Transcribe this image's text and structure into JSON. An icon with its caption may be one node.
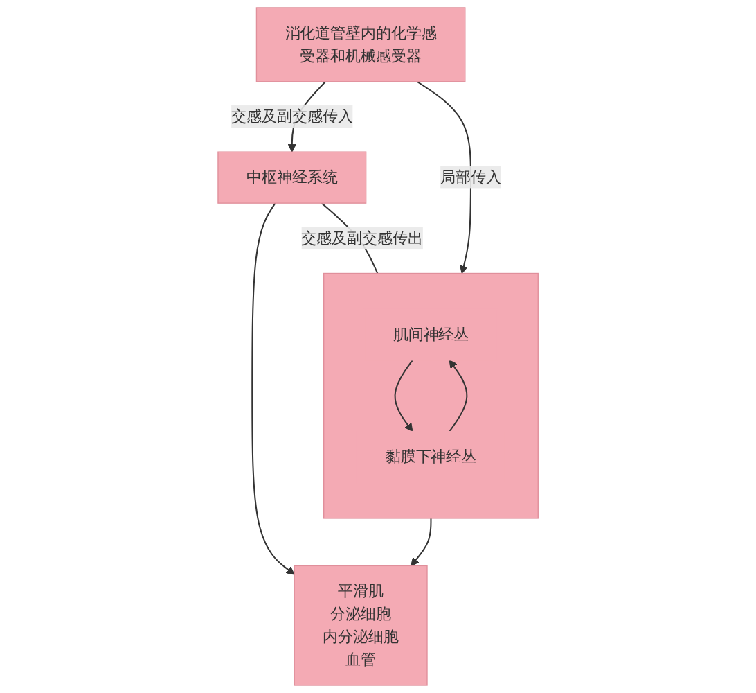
{
  "diagram": {
    "nodes": [
      {
        "text": [
          "中枢神经系统"
        ]
      },
      {
        "text": [],
        "shape": "box"
      },
      {
        "text": [
          "肌间神经丛"
        ],
        "in": 1
      },
      {
        "text": [
          "黏膜下神经丛"
        ],
        "in": 1
      },
      {
        "text": [
          "消化道管壁内的化学感受器和机械感受器"
        ]
      },
      {
        "text": [
          "平滑肌",
          "分泌细胞",
          "内分泌细胞",
          "血管"
        ]
      }
    ],
    "edges": [
      {
        "from": 4,
        "to": 0,
        "arrow": "to",
        "label": "交感及副交感传入"
      },
      {
        "from": 0,
        "to": 1,
        "arrow": "none",
        "label": "交感及副交感传出"
      },
      {
        "from": 0,
        "to": 5,
        "arrow": "to"
      },
      {
        "from": 4,
        "to": 1,
        "arrow": "to",
        "label": "局部传入"
      },
      {
        "from": 3,
        "to": 2,
        "arrow": "to"
      },
      {
        "from": 2,
        "to": 3,
        "arrow": "to"
      },
      {
        "from": 1,
        "to": 5,
        "arrow": "to"
      }
    ]
  }
}
